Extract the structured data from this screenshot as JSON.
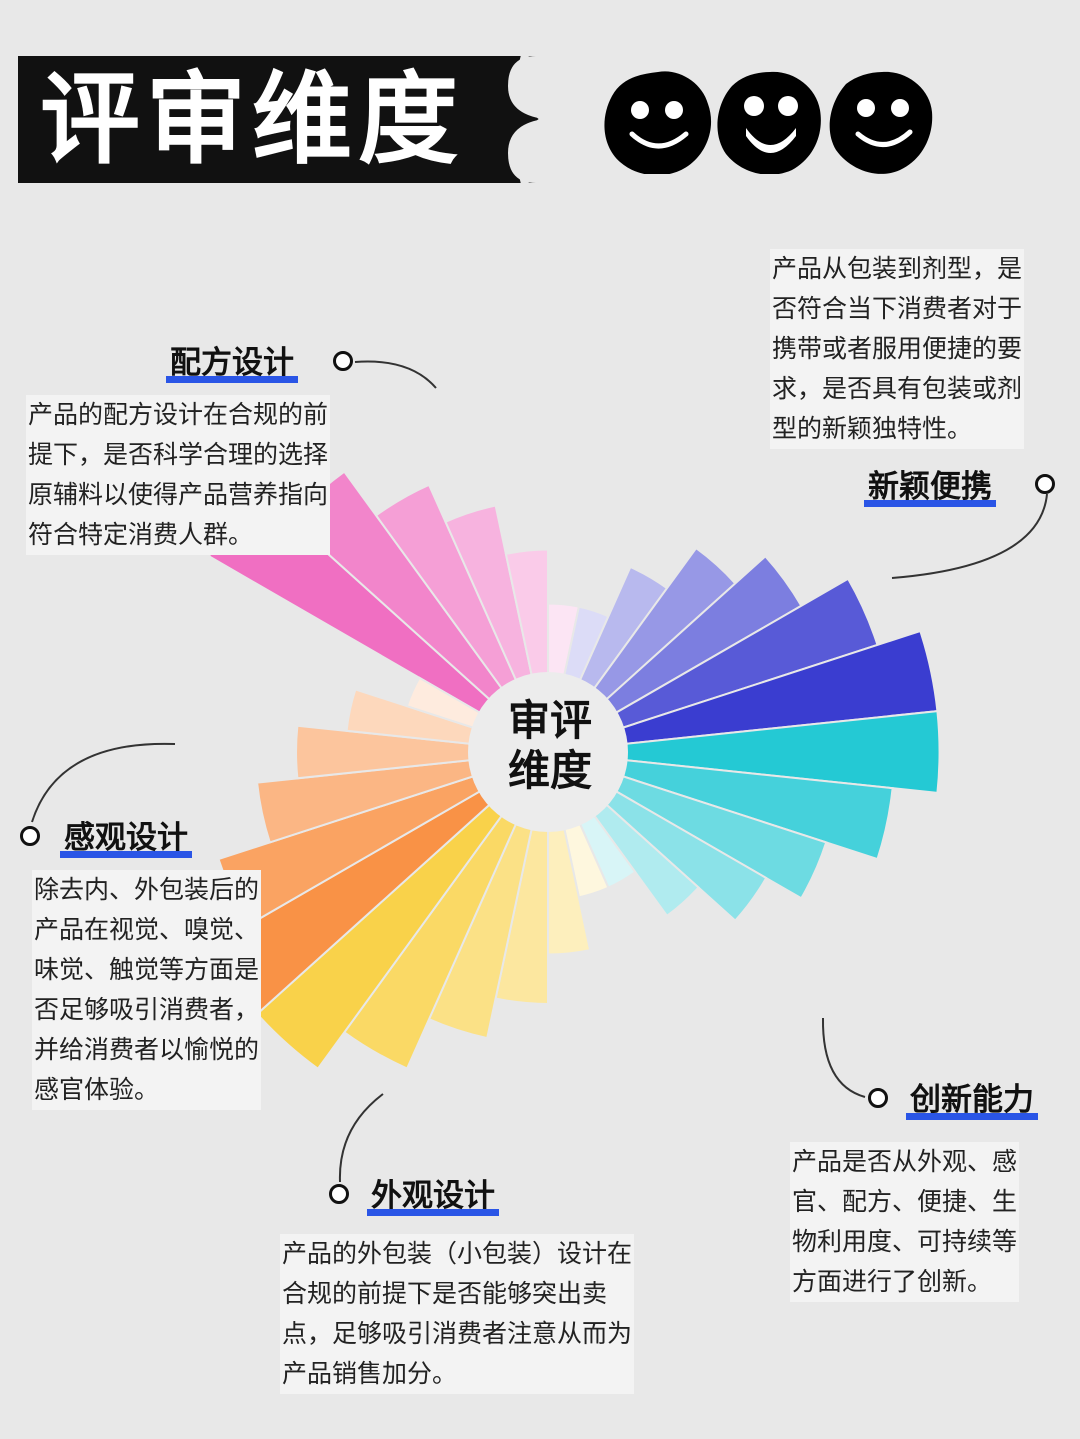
{
  "title": "评审维度",
  "center_label_line1": "审评",
  "center_label_line2": "维度",
  "sections": {
    "formula": {
      "heading": "配方设计",
      "desc": [
        "产品的配方设计在合规的前",
        "提下，是否科学合理的选择",
        "原辅料以使得产品营养指向",
        "符合特定消费人群。"
      ]
    },
    "portable": {
      "heading": "新颖便携",
      "desc": [
        "产品从包装到剂型，是",
        "否符合当下消费者对于",
        "携带或者服用便捷的要",
        "求，是否具有包装或剂",
        "型的新颖独特性。"
      ]
    },
    "sensory": {
      "heading": "感观设计",
      "desc": [
        "除去内、外包装后的",
        "产品在视觉、嗅觉、",
        "味觉、触觉等方面是",
        "否足够吸引消费者，",
        "并给消费者以愉悦的",
        "感官体验。"
      ]
    },
    "innovation": {
      "heading": "创新能力",
      "desc": [
        "产品是否从外观、感",
        "官、配方、便捷、生",
        "物利用度、可持续等",
        "方面进行了创新。"
      ]
    },
    "appearance": {
      "heading": "外观设计",
      "desc": [
        "产品的外包装（小包装）设计在",
        "合规的前提下是否能够突出卖",
        "点，足够吸引消费者注意从而为",
        "产品销售加分。"
      ]
    }
  },
  "colors": {
    "pink": "#f06fc2",
    "blue": "#3a3dd0",
    "cyan": "#24c9d4",
    "yellow": "#f9d24a",
    "orange": "#f99246",
    "accent_underline": "#2a55e6"
  },
  "chart_data": {
    "type": "radial-bar",
    "groups": [
      {
        "name": "配方设计",
        "relative_lengths": [
          0.33,
          0.45,
          0.56,
          0.65,
          0.77,
          0.87
        ]
      },
      {
        "name": "新颖便携",
        "relative_lengths": [
          0.33,
          0.45,
          0.56,
          0.65,
          0.77,
          0.87
        ]
      },
      {
        "name": "创新能力",
        "relative_lengths": [
          0.33,
          0.45,
          0.56,
          0.65,
          0.77,
          0.87
        ]
      },
      {
        "name": "外观设计",
        "relative_lengths": [
          0.33,
          0.45,
          0.56,
          0.65,
          0.77,
          0.87
        ]
      },
      {
        "name": "感观设计",
        "relative_lengths": [
          0.33,
          0.45,
          0.56,
          0.65,
          0.77,
          0.87
        ]
      }
    ]
  }
}
